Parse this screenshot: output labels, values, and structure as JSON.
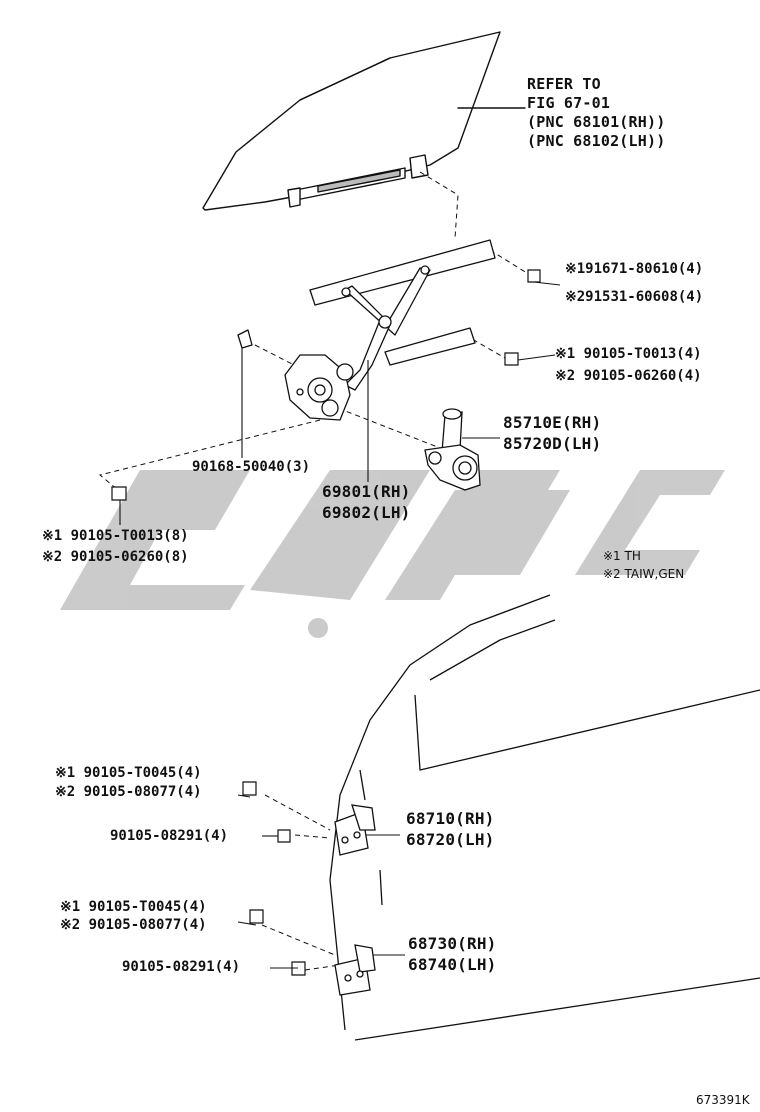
{
  "refer": {
    "line1": "REFER TO",
    "line2": "FIG 67-01",
    "line3": "(PNC 68101(RH))",
    "line4": "(PNC 68102(LH))"
  },
  "parts": {
    "p91671": "※191671-80610(4)",
    "p91531": "※291531-60608(4)",
    "p90105_t0013_upper": "※1 90105-T0013(4)",
    "p90105_06260_upper": "※2 90105-06260(4)",
    "motor_rh": "85710E(RH)",
    "motor_lh": "85720D(LH)",
    "p90168": "90168-50040(3)",
    "regulator_rh": "69801(RH)",
    "regulator_lh": "69802(LH)",
    "p90105_t0013_lower": "※1 90105-T0013(8)",
    "p90105_06260_lower": "※2 90105-06260(8)",
    "hinge_upper_t0045": "※1 90105-T0045(4)",
    "hinge_upper_08077": "※2 90105-08077(4)",
    "hinge_upper_08291": "90105-08291(4)",
    "hinge_upper_rh": "68710(RH)",
    "hinge_upper_lh": "68720(LH)",
    "hinge_lower_t0045": "※1 90105-T0045(4)",
    "hinge_lower_08077": "※2 90105-08077(4)",
    "hinge_lower_08291": "90105-08291(4)",
    "hinge_lower_rh": "68730(RH)",
    "hinge_lower_lh": "68740(LH)"
  },
  "legend": {
    "note1": "※1 TH",
    "note2": "※2 TAIW,GEN"
  },
  "figure_id": "673391K",
  "watermark_color": "#c8c8c8"
}
